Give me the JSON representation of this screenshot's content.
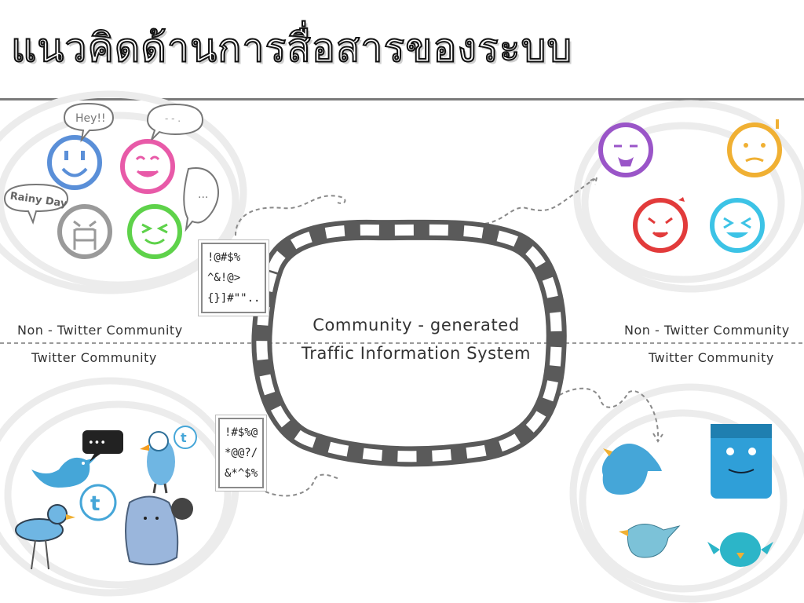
{
  "slide": {
    "title": "แนวคิดด้านการสื่อสารของระบบ"
  },
  "center": {
    "line1": "Community - generated",
    "line2": "Traffic Information System"
  },
  "left": {
    "top_label": "Non - Twitter Community",
    "bottom_label": "Twitter Community"
  },
  "right": {
    "top_label": "Non - Twitter Community",
    "bottom_label": "Twitter Community"
  },
  "symbols_top": [
    "!@#$%",
    "^&!@>",
    "{}]#\"\".."
  ],
  "symbols_bottom": [
    "!#$%@",
    "*@@?/",
    "&*^$%"
  ],
  "bubbles": {
    "hey": "Hey!!",
    "rainy": "Rainy Day",
    "dots": "...",
    "dash": "- - .",
    "bird_dots": "•••"
  },
  "colors": {
    "ring_dark": "#5a5a5a",
    "smiley_blue": "#5a8fd8",
    "smiley_pink": "#e85aa8",
    "smiley_gray": "#9a9a9a",
    "smiley_green": "#5ed24a",
    "smiley_purple": "#9a55c8",
    "smiley_orange": "#f0b033",
    "smiley_red": "#e23b3b",
    "smiley_cyan": "#3cc3e6",
    "bird_blue": "#45a6d8"
  }
}
